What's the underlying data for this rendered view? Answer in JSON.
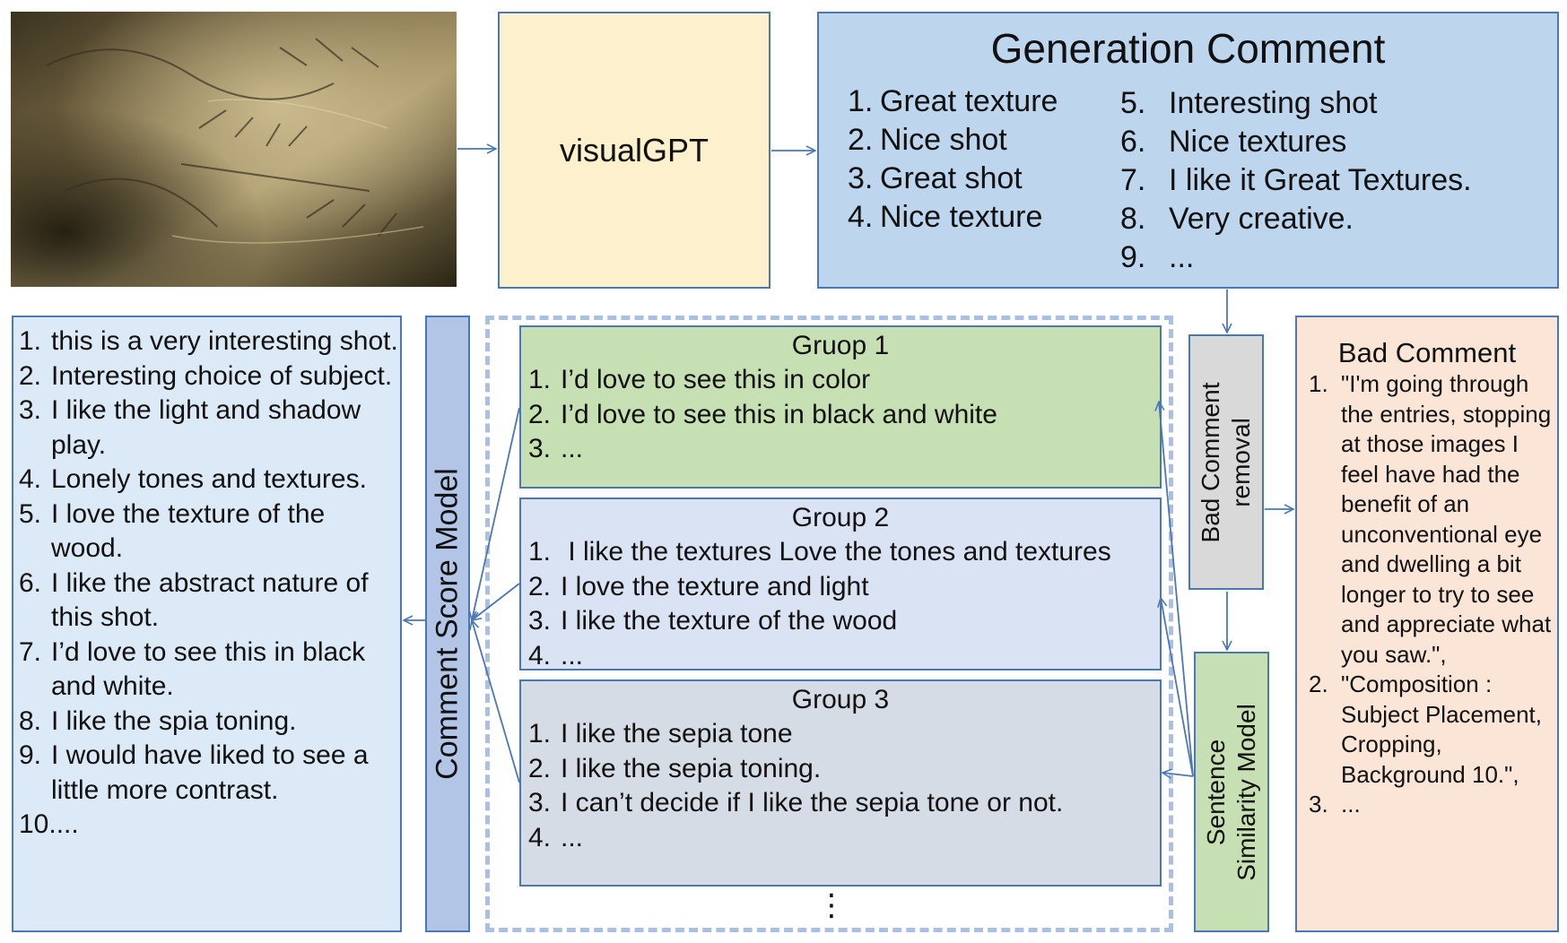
{
  "visualgpt": {
    "label": "visualGPT"
  },
  "generation": {
    "title": "Generation Comment",
    "left_items": [
      {
        "n": "1.",
        "text": "Great texture"
      },
      {
        "n": "2.",
        "text": "Nice shot"
      },
      {
        "n": "3.",
        "text": "Great shot"
      },
      {
        "n": "4.",
        "text": "Nice texture"
      }
    ],
    "right_items": [
      {
        "n": "5.",
        "text": "Interesting shot"
      },
      {
        "n": "6.",
        "text": "Nice textures"
      },
      {
        "n": "7.",
        "text": "I like it Great Textures."
      },
      {
        "n": "8.",
        "text": "Very creative."
      },
      {
        "n": "9.",
        "text": "..."
      }
    ]
  },
  "final_comments": [
    {
      "n": "1.",
      "text": "this is a very interesting shot."
    },
    {
      "n": "2.",
      "text": "Interesting choice of subject."
    },
    {
      "n": "3.",
      "text": "I like the light and shadow play."
    },
    {
      "n": "4.",
      "text": "Lonely tones and  textures."
    },
    {
      "n": "5.",
      "text": "I love the texture of the wood."
    },
    {
      "n": "6.",
      "text": "I like the abstract nature of this shot."
    },
    {
      "n": "7.",
      "text": "I’d  love to see this  in black and white."
    },
    {
      "n": "8.",
      "text": "I like the  spia toning."
    },
    {
      "n": "9.",
      "text": "I would have liked to see a little more contrast."
    },
    {
      "n": "10....",
      "text": ""
    }
  ],
  "comment_score_model": {
    "label": "Comment Score Model"
  },
  "groups": [
    {
      "title": "Gruop 1",
      "items": [
        {
          "n": "1.",
          "text": "I’d love to see this in color"
        },
        {
          "n": "2.",
          "text": "I’d love to see this in black and white"
        },
        {
          "n": "3.",
          "text": "..."
        }
      ]
    },
    {
      "title": "Group 2",
      "items": [
        {
          "n": "1.",
          "text": " I like the textures Love the tones and textures"
        },
        {
          "n": "2.",
          "text": "I love the texture and light"
        },
        {
          "n": "3.",
          "text": "I like the texture of the wood"
        },
        {
          "n": "4.",
          "text": "..."
        }
      ]
    },
    {
      "title": "Group 3",
      "items": [
        {
          "n": "1.",
          "text": "I like the sepia tone"
        },
        {
          "n": "2.",
          "text": "I like the sepia toning."
        },
        {
          "n": "3.",
          "text": "I can’t decide if I like the sepia tone or not."
        },
        {
          "n": "4.",
          "text": "..."
        }
      ]
    }
  ],
  "more_groups": "⋮",
  "bad_comment_removal": {
    "line1": "Bad Comment",
    "line2": "removal"
  },
  "sentence_similarity": {
    "line1": "Sentence",
    "line2": "Similarity Model"
  },
  "bad_comment": {
    "title": "Bad Comment",
    "items": [
      {
        "n": "1.",
        "text": "\"I'm going through the entries, stopping at those images I feel have had the benefit of an unconventional eye and dwelling a bit longer to try to see and appreciate what you saw.\","
      },
      {
        "n": "2.",
        "text": "\"Composition : Subject Placement, Cropping, Background 10.\","
      },
      {
        "n": "3.",
        "text": "..."
      }
    ]
  },
  "colors": {
    "arrow": "#4a78b5",
    "border": "#4a78b5",
    "visualgpt_fill": "#fdf0cc",
    "generation_fill": "#bdd6ee",
    "final_fill": "#dce9f6",
    "score_model_fill": "#b2c5e6",
    "group1_fill": "#c6e0b4",
    "group2_fill": "#dae3f3",
    "group3_fill": "#d6dce5",
    "removal_fill": "#d9d9d9",
    "similarity_fill": "#c6e0b4",
    "bad_fill": "#fbe5d6",
    "dashed_border": "#a9bfe3"
  }
}
